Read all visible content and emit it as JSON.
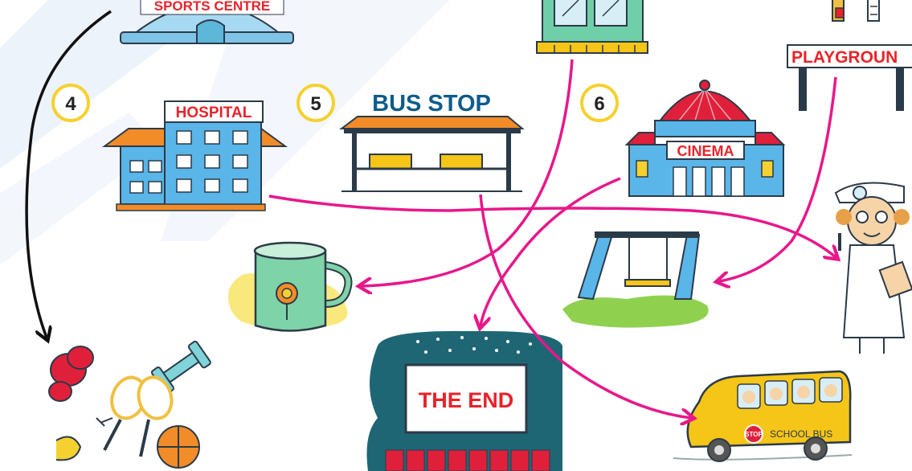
{
  "labels": {
    "sports_centre": "SPORTS CENTRE",
    "hospital": "HOSPITAL",
    "bus_stop": "BUS STOP",
    "cinema": "CINEMA",
    "playground": "PLAYGROUN",
    "the_end": "THE END",
    "school_bus": "SCHOOL BUS",
    "stop_sign": "STOP"
  },
  "numbers": [
    "4",
    "5",
    "6"
  ],
  "colors": {
    "arrow_pink": "#e8178a",
    "arrow_black": "#111111",
    "sign_red": "#e8232a",
    "bus_stop_blue": "#0d5c8c",
    "number_ring": "#f5d130",
    "watermark": "#e6eef9"
  },
  "icons": [
    "sports-centre-dome-icon",
    "shop-building-icon",
    "playground-sign-icon",
    "hospital-building-icon",
    "bus-stop-shelter-icon",
    "cinema-building-icon",
    "mug-icon",
    "swing-icon",
    "doctor-icon",
    "sports-equipment-icon",
    "cinema-screen-icon",
    "school-bus-icon"
  ]
}
